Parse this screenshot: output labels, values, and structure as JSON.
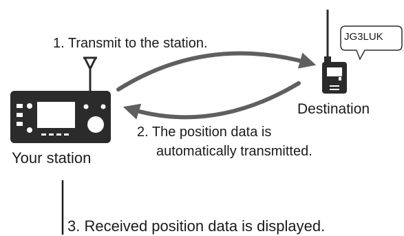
{
  "diagram": {
    "step1_label": "1. Transmit to the station.",
    "step2_line1": "2. The position data is",
    "step2_line2": "automatically transmitted.",
    "step3_label": "3. Received position data is displayed.",
    "your_station_label": "Your station",
    "destination_label": "Destination",
    "callsign": "JG3LUK",
    "icons": {
      "your_station": "radio-transceiver-icon",
      "destination": "handheld-radio-icon",
      "callsign_bubble": "speech-bubble-icon"
    },
    "colors": {
      "arrow": "#5f5f5f",
      "device": "#2b2b2b",
      "text": "#1a1a1a",
      "background": "#ffffff"
    }
  }
}
